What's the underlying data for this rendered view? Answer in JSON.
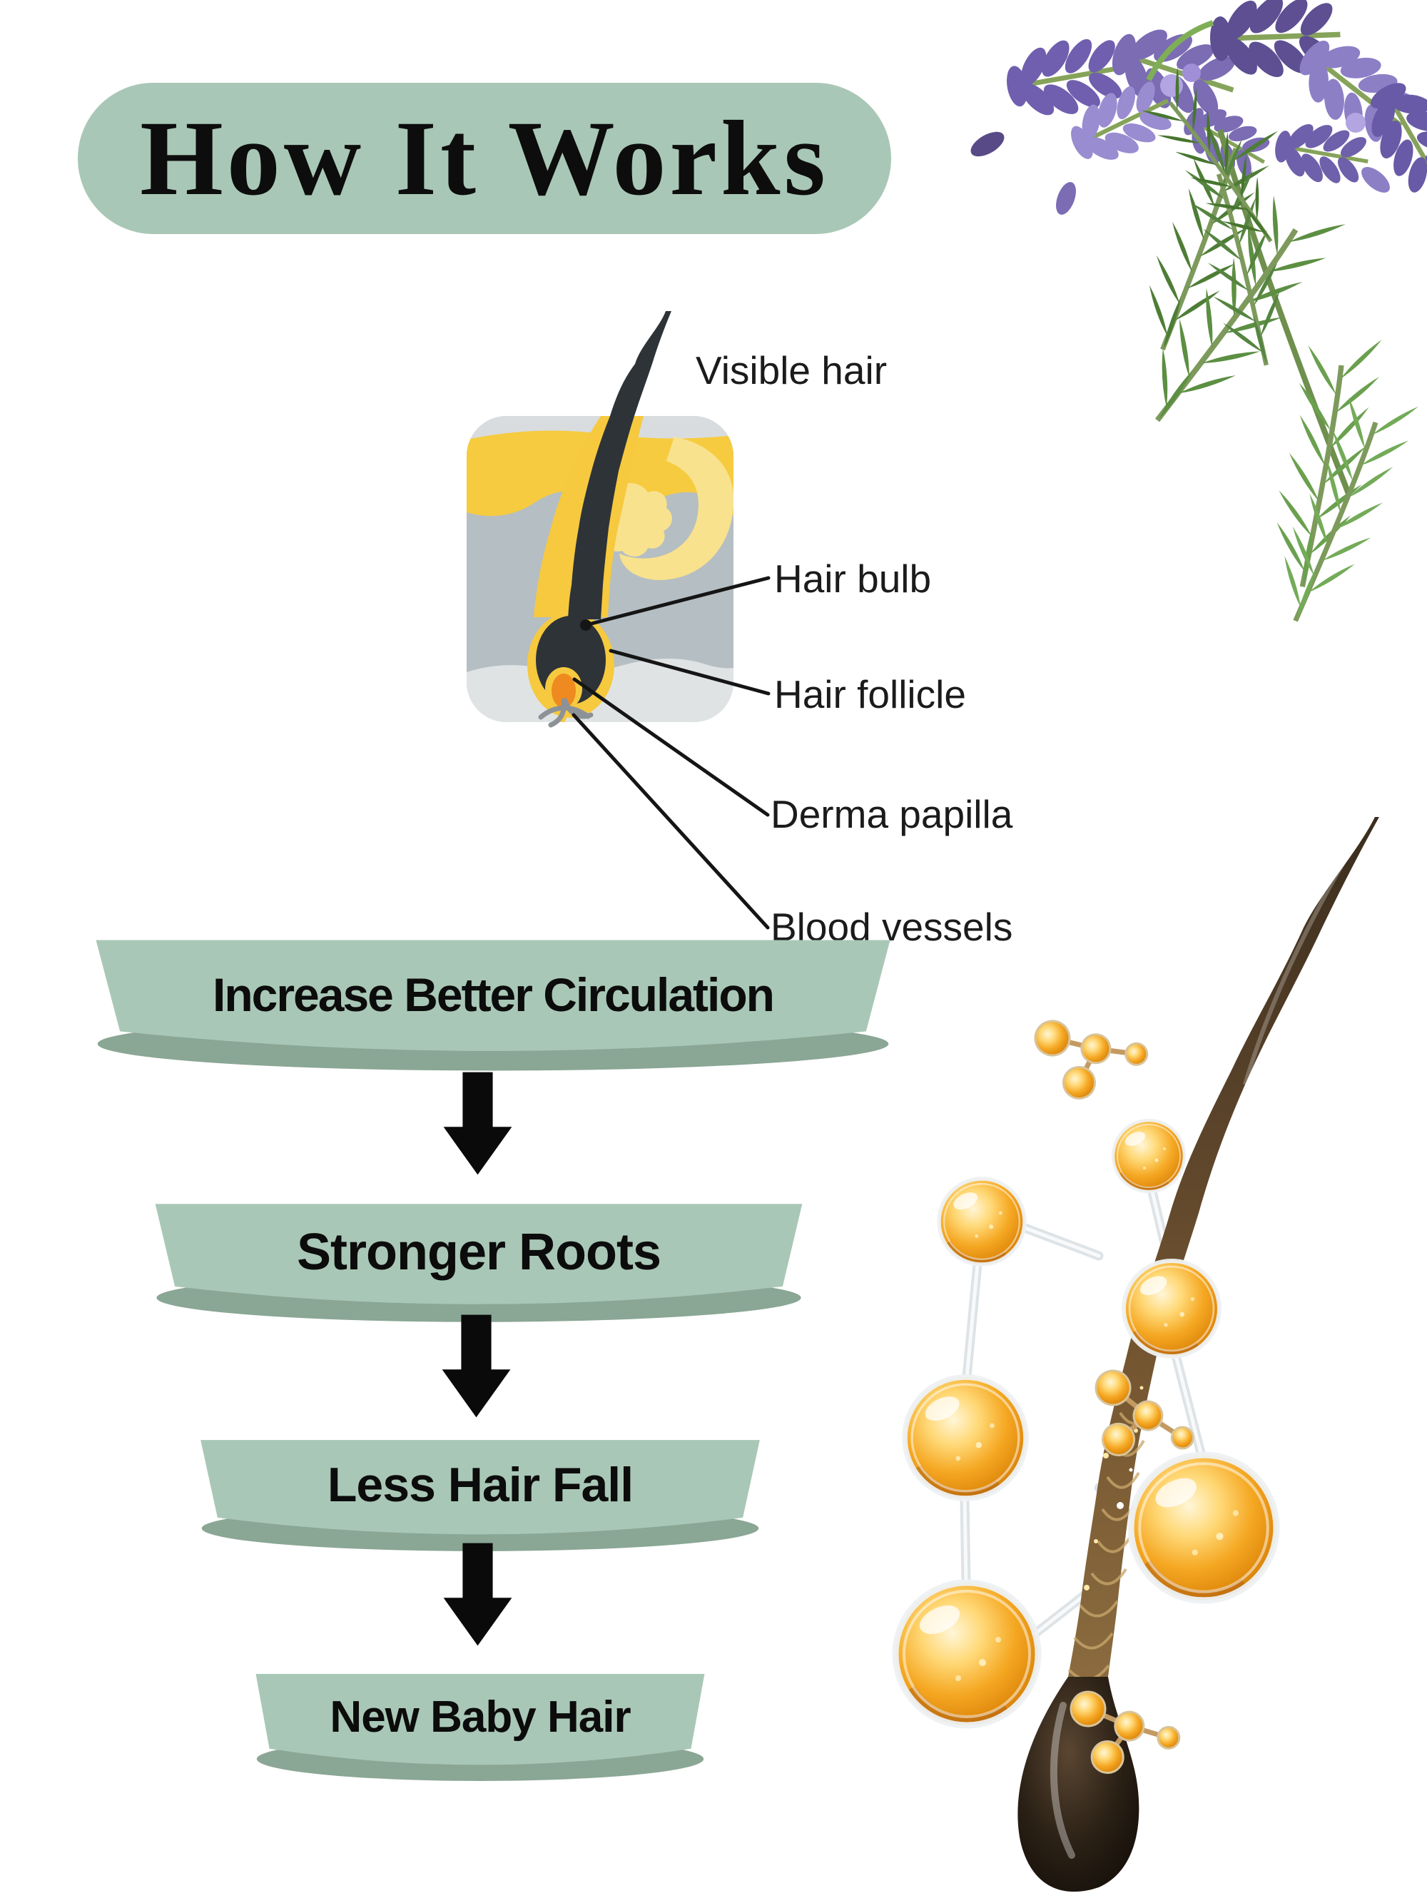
{
  "header": {
    "title": "How It Works"
  },
  "follicle_diagram": {
    "name": "hair-follicle-anatomy-diagram",
    "labels": [
      {
        "text": "Visible hair"
      },
      {
        "text": "Hair bulb"
      },
      {
        "text": "Hair follicle"
      },
      {
        "text": "Derma papilla"
      },
      {
        "text": "Blood vessels"
      }
    ]
  },
  "flow": {
    "steps": [
      "Increase Better Circulation",
      "Stronger Roots",
      "Less Hair Fall",
      "New Baby Hair"
    ],
    "connector": "down-arrow"
  },
  "images": {
    "top_right": "lavender-rosemary-herb-photo",
    "bottom_right": "hair-strand-with-golden-oil-bubbles"
  },
  "colors": {
    "pill_green": "#a9c7b6",
    "banner_green": "#a9c7b6",
    "banner_shadow_green": "#8aa695",
    "text_black": "#0d0d0d",
    "epidermis_yellow": "#f6cb3f",
    "follicle_sheath_yellow": "#f6c93f",
    "sebaceous_gland_yellow": "#f8e28d",
    "dermis_gray": "#b5bec3",
    "subcutis_gray": "#e0e3e4",
    "skin_top_gray": "#d9dcde",
    "papilla_orange": "#ee8a20",
    "blood_vessel_gray": "#8d9297",
    "hair_dark": "#2e3338",
    "oil_gold": "#f5a823",
    "lavender_purple": "#7b6cb4",
    "rosemary_green": "#5f9440",
    "hair_strand_brown": "#6b4f2d"
  }
}
